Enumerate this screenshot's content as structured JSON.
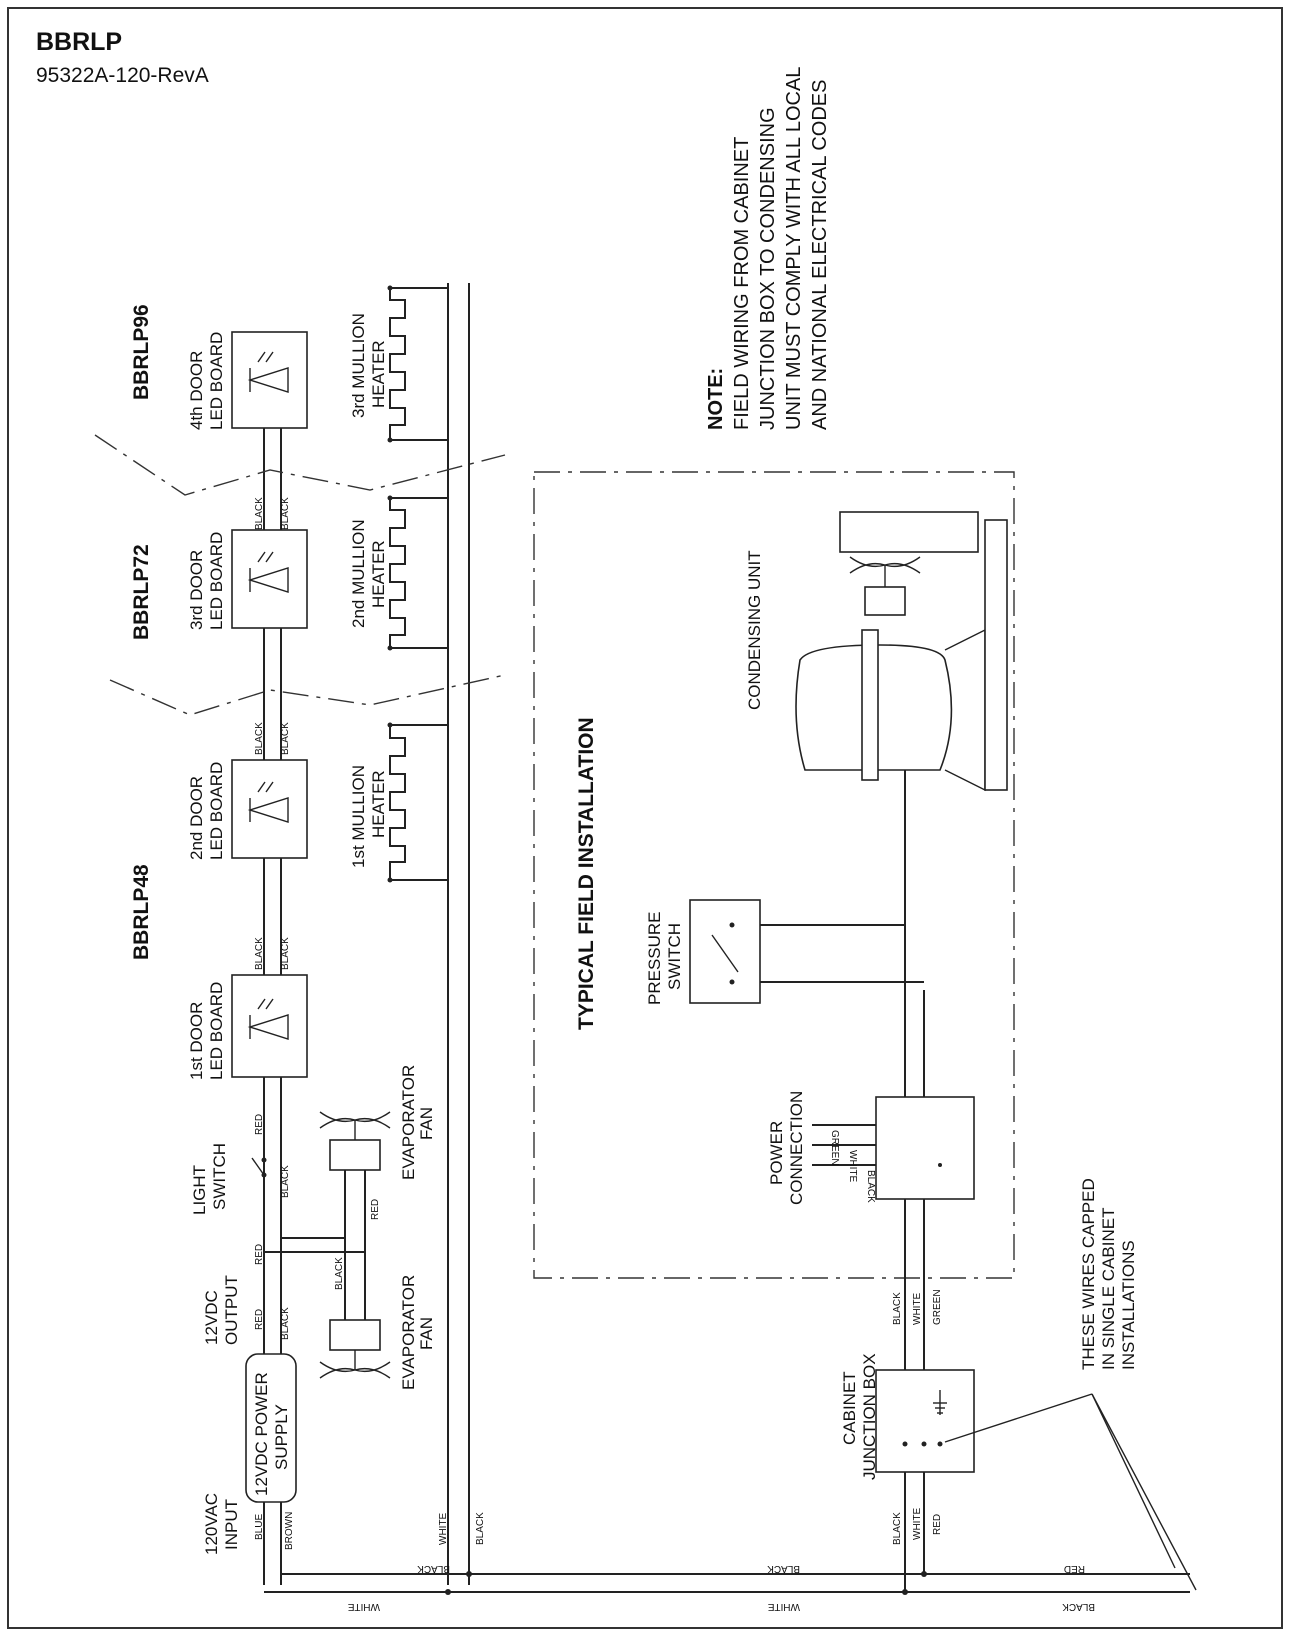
{
  "header": {
    "title": "BBRLP",
    "subtitle": "95322A-120-RevA"
  },
  "models": {
    "m48": "BBRLP48",
    "m72": "BBRLP72",
    "m96": "BBRLP96"
  },
  "led_boards": {
    "b1": [
      "1st DOOR",
      "LED BOARD"
    ],
    "b2": [
      "2nd DOOR",
      "LED BOARD"
    ],
    "b3": [
      "3rd DOOR",
      "LED BOARD"
    ],
    "b4": [
      "4th DOOR",
      "LED BOARD"
    ]
  },
  "heaters": {
    "h1": [
      "1st MULLION",
      "HEATER"
    ],
    "h2": [
      "2nd MULLION",
      "HEATER"
    ],
    "h3": [
      "3rd MULLION",
      "HEATER"
    ]
  },
  "components": {
    "light_switch": [
      "LIGHT",
      "SWITCH"
    ],
    "evap_fan": [
      "EVAPORATOR",
      "FAN"
    ],
    "output": [
      "12VDC",
      "OUTPUT"
    ],
    "power_supply": [
      "12VDC POWER",
      "SUPPLY"
    ],
    "input": [
      "120VAC",
      "INPUT"
    ],
    "junction_box": [
      "CABINET",
      "JUNCTION BOX"
    ],
    "power_connection": [
      "POWER",
      "CONNECTION"
    ],
    "pressure_switch": [
      "PRESSURE",
      "SWITCH"
    ],
    "condensing_unit": "CONDENSING UNIT"
  },
  "field_title": "TYPICAL FIELD INSTALLATION",
  "note": [
    "NOTE:",
    "FIELD WIRING FROM CABINET",
    "JUNCTION BOX TO CONDENSING",
    "UNIT MUST COMPLY WITH ALL LOCAL",
    "AND NATIONAL ELECTRICAL CODES"
  ],
  "capped_note": [
    "THESE WIRES CAPPED",
    "IN SINGLE CABINET",
    "INSTALLATIONS"
  ],
  "wires": {
    "black": "BLACK",
    "white": "WHITE",
    "red": "RED",
    "blue": "BLUE",
    "brown": "BROWN",
    "green": "GREEN"
  }
}
